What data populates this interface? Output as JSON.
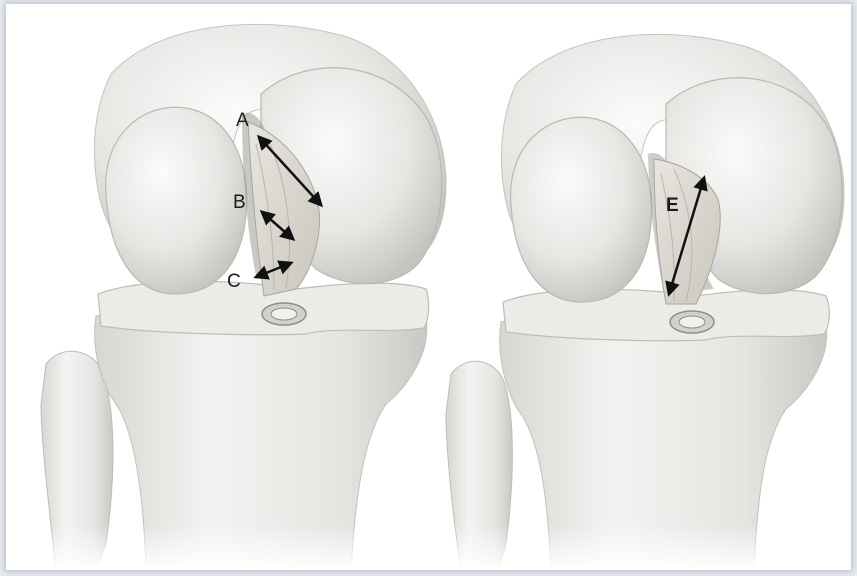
{
  "labels": {
    "a": "A",
    "b": "B",
    "c": "C",
    "e": "E"
  },
  "colors": {
    "bone": "#ececea",
    "bone_shade": "#c9c9c5",
    "ligament": "#dcdad3",
    "arrow": "#111111"
  }
}
